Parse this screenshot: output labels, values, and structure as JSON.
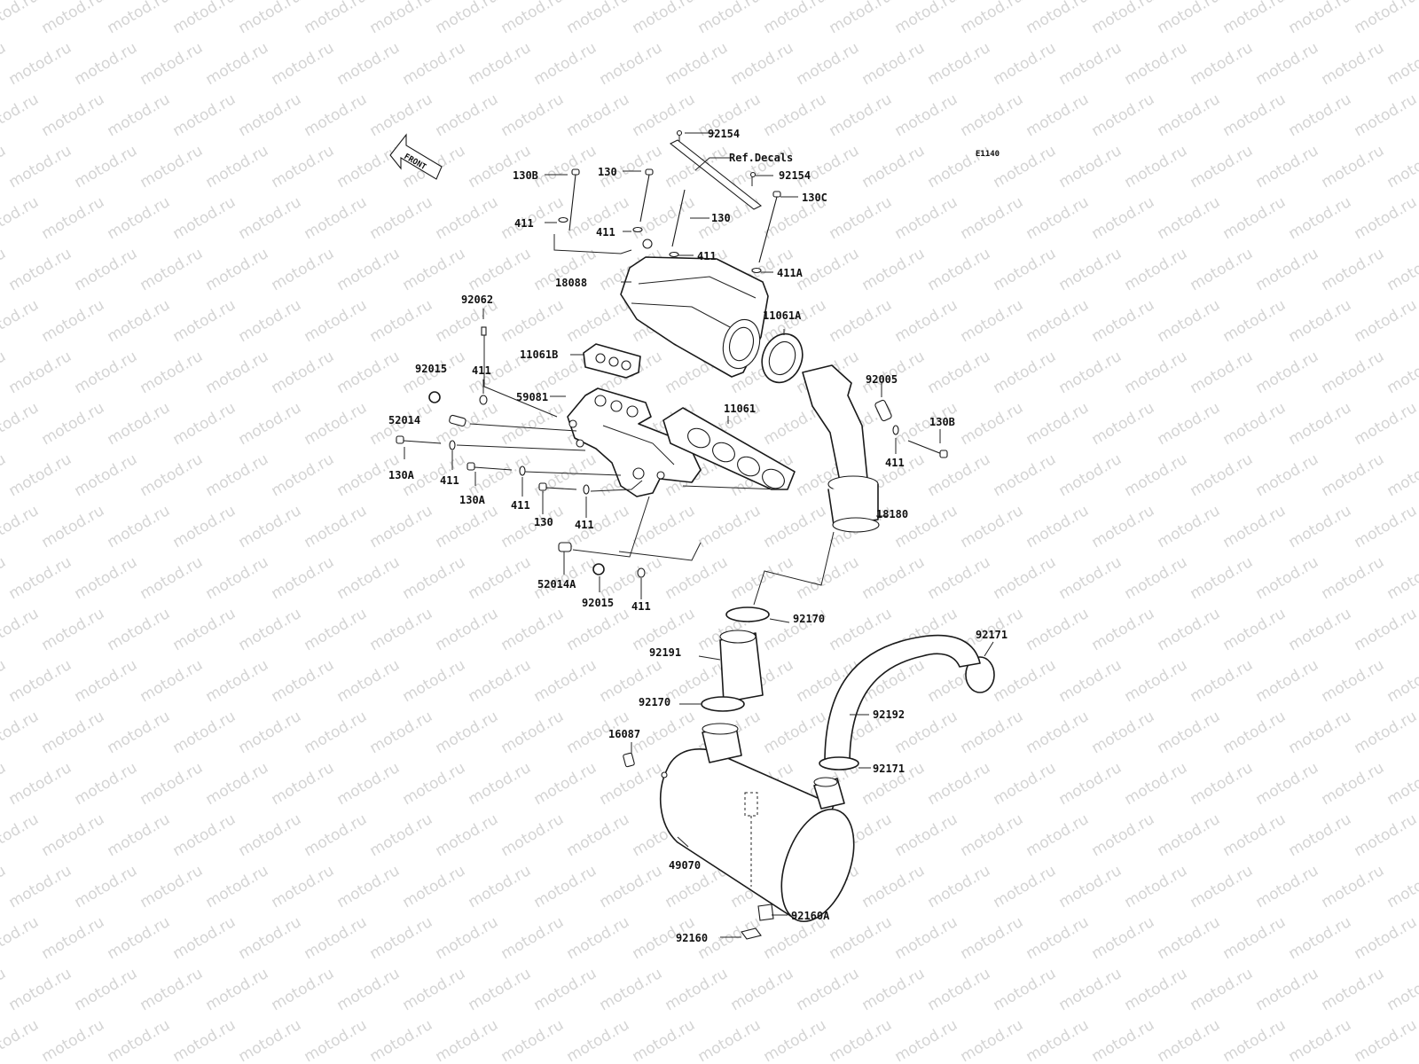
{
  "diagram": {
    "code": "E1140",
    "front_label": "FRONT",
    "watermark_text": "motod.ru",
    "colors": {
      "ink": "#1a1a1a",
      "watermark": "#d4d4d4",
      "background": "#ffffff"
    },
    "labels": {
      "p92154a": "92154",
      "refdecals": "Ref.Decals",
      "p92154b": "92154",
      "p130b1": "130B",
      "p130a": "130",
      "p130b": "130",
      "p130c": "130C",
      "p411a": "411",
      "p411b": "411",
      "p411c": "411",
      "p411A": "411A",
      "p18088": "18088",
      "p92062": "92062",
      "p11061A": "11061A",
      "p11061B": "11061B",
      "p92015a": "92015",
      "p411d": "411",
      "p59081": "59081",
      "p92005": "92005",
      "p52014": "52014",
      "p11061": "11061",
      "p130Bright": "130B",
      "p411e": "411",
      "p130A1": "130A",
      "p411f": "411",
      "p130A2": "130A",
      "p411g": "411",
      "p130d": "130",
      "p411h": "411",
      "p18180": "18180",
      "p52014A": "52014A",
      "p92015b": "92015",
      "p411i": "411",
      "p92170a": "92170",
      "p92171a": "92171",
      "p92191": "92191",
      "p92170b": "92170",
      "p16087": "16087",
      "p92192": "92192",
      "p92171b": "92171",
      "p49070": "49070",
      "p92160A": "92160A",
      "p92160": "92160"
    }
  }
}
